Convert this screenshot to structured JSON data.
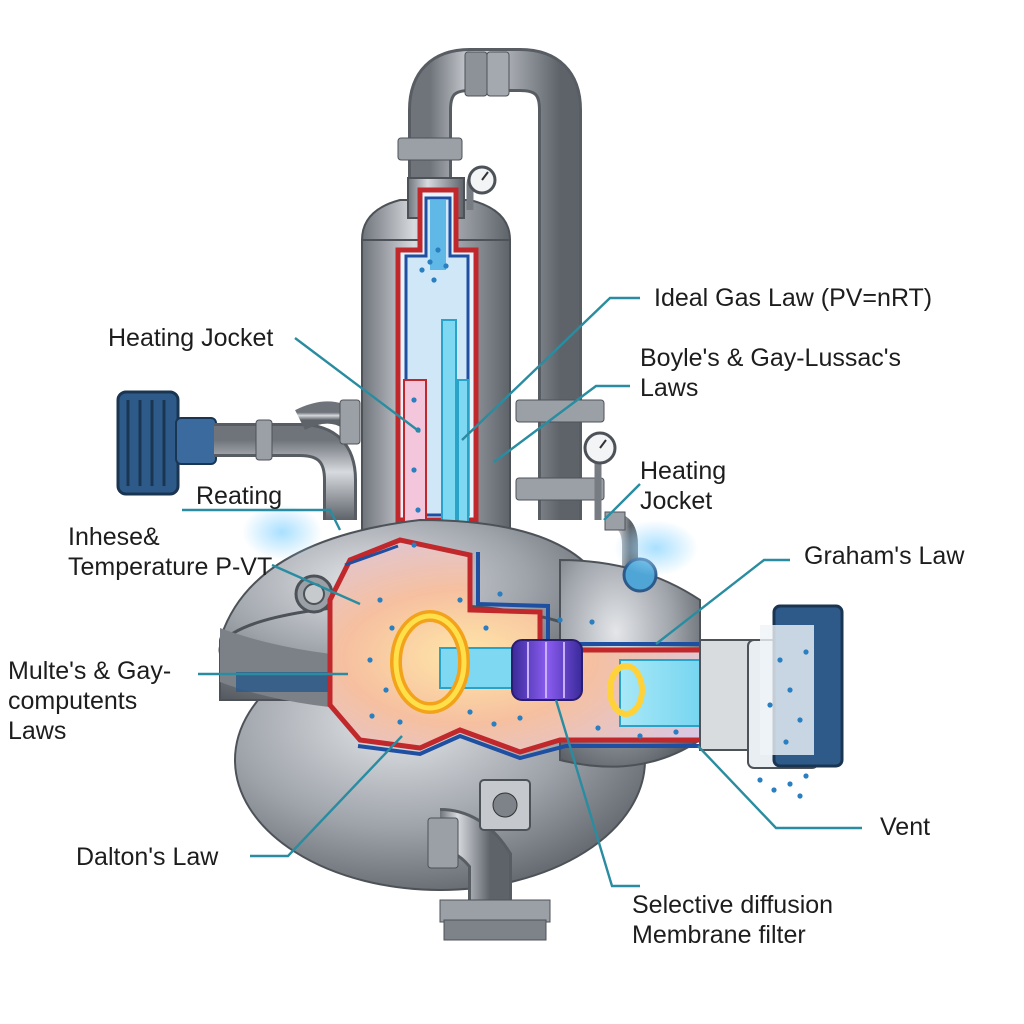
{
  "labels": {
    "ideal_gas": "Ideal Gas Law (PV=nRT)",
    "heating_jacket_left": "Heating Jocket",
    "boyles_gay_lussac": "Boyle's & Gay-Lussac's\nLaws",
    "heating_jacket_right": "Heating\nJocket",
    "reating": "Reating",
    "inhese_temperature": "Inhese&\nTemperature P-VT",
    "grahams_law": "Graham's Law",
    "multes_laws": "Multe's & Gay-\ncomputents\nLaws",
    "vent": "Vent",
    "daltons_law": "Dalton's Law",
    "selective_membrane": "Selective diffusion\nMembrane filter"
  },
  "colors": {
    "steel": "#a9adb3",
    "steel_dark": "#6e737a",
    "leader_line": "#2a8ca0",
    "jacket_red": "#c0282c",
    "jacket_blue": "#1f4fa0",
    "gas_cyan": "#6fd6f0",
    "hot_core": "#f7b24a",
    "membrane_purple": "#6b3cc8",
    "motor_blue": "#2e5a8a"
  }
}
